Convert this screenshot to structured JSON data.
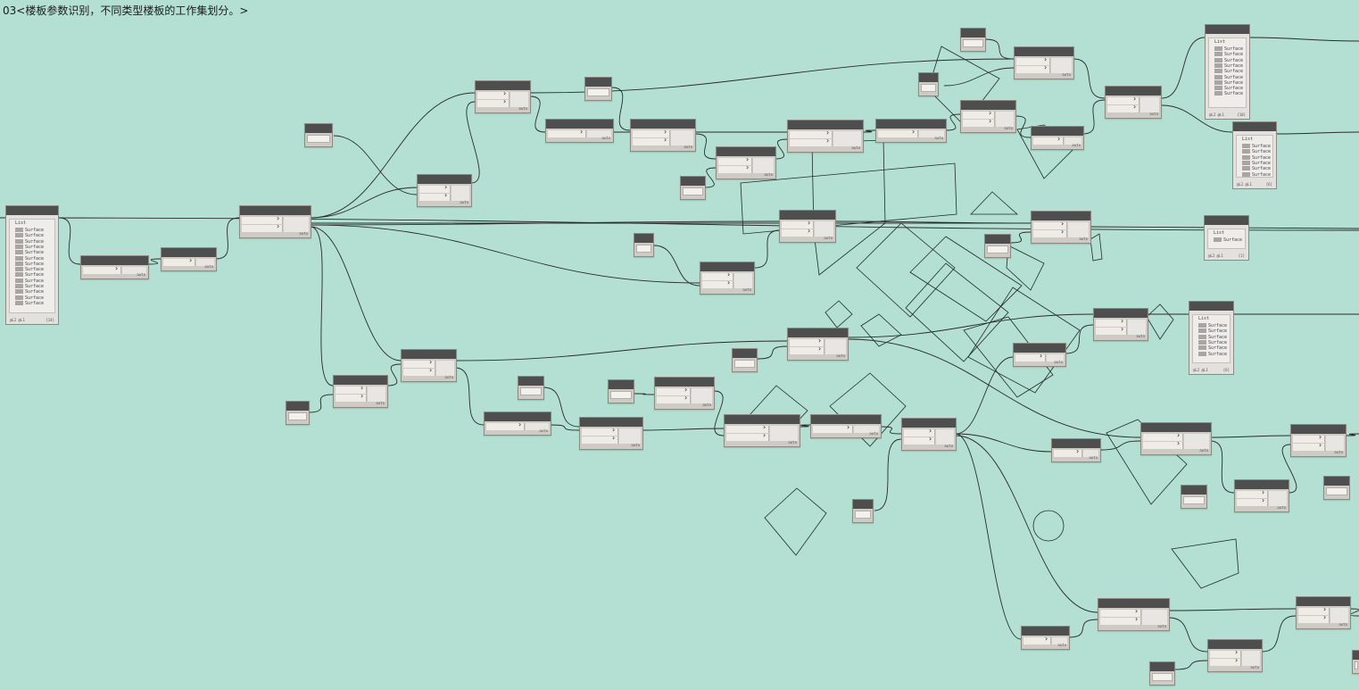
{
  "group_title": "03<楼板参数识别，不同类型楼板的工作集划分。>",
  "colors": {
    "canvas_bg": "#b3e0d2",
    "node_header": "#4e4e4e",
    "node_body": "#cfcbc4",
    "wire": "#2b2b2b",
    "geometry": "#1f2b27"
  },
  "watch_nodes": [
    {
      "label": "List",
      "item_text": "Surface",
      "count": 14,
      "footer": "@L2 @L1",
      "footer_right": "{14}"
    },
    {
      "label": "List",
      "item_text": "Surface",
      "count": 9,
      "footer": "@L2 @L1",
      "footer_right": "{10}"
    },
    {
      "label": "List",
      "item_text": "Surface",
      "count": 6,
      "footer": "@L2 @L1",
      "footer_right": "{6}"
    },
    {
      "label": "List",
      "item_text": "Surface",
      "count": 1,
      "footer": "@L2 @L1",
      "footer_right": "{1}"
    },
    {
      "label": "List",
      "item_text": "Surface",
      "count": 6,
      "footer": "@L2 @L1",
      "footer_right": "{6}"
    }
  ],
  "node_tag": "auto",
  "icons": {
    "port_chevron": "chevron-right-icon"
  }
}
